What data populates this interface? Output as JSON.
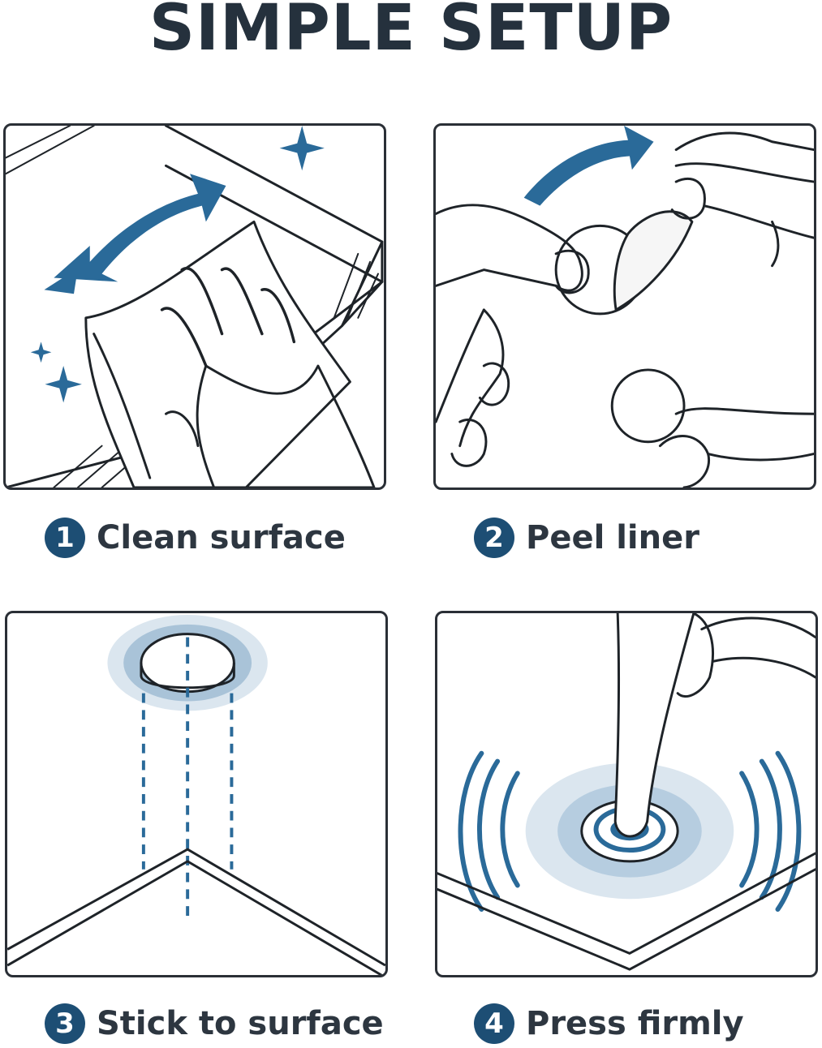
{
  "title": "SIMPLE SETUP",
  "colors": {
    "accent": "#1d4e74",
    "arrow": "#2a6a99",
    "text": "#25313d",
    "line": "#1e2328"
  },
  "steps": [
    {
      "number": "1",
      "label": "Clean surface",
      "icon": "wipe-surface-illustration"
    },
    {
      "number": "2",
      "label": "Peel liner",
      "icon": "peel-liner-illustration"
    },
    {
      "number": "3",
      "label": "Stick to surface",
      "icon": "stick-pad-illustration"
    },
    {
      "number": "4",
      "label": "Press firmly",
      "icon": "press-finger-illustration"
    }
  ]
}
